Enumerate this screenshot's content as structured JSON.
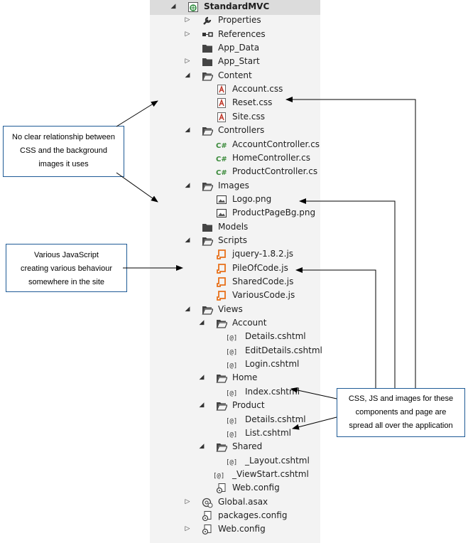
{
  "tree": {
    "items": [
      {
        "label": "StandardMVC",
        "depth": 0,
        "expander": "open",
        "icon": "web-project",
        "bold": true
      },
      {
        "label": "Properties",
        "depth": 1,
        "expander": "closed",
        "icon": "wrench"
      },
      {
        "label": "References",
        "depth": 1,
        "expander": "closed",
        "icon": "references"
      },
      {
        "label": "App_Data",
        "depth": 1,
        "expander": "none",
        "icon": "folder"
      },
      {
        "label": "App_Start",
        "depth": 1,
        "expander": "closed",
        "icon": "folder"
      },
      {
        "label": "Content",
        "depth": 1,
        "expander": "open",
        "icon": "folder-open"
      },
      {
        "label": "Account.css",
        "depth": 2,
        "expander": "none",
        "icon": "css"
      },
      {
        "label": "Reset.css",
        "depth": 2,
        "expander": "none",
        "icon": "css"
      },
      {
        "label": "Site.css",
        "depth": 2,
        "expander": "none",
        "icon": "css"
      },
      {
        "label": "Controllers",
        "depth": 1,
        "expander": "open",
        "icon": "folder-open"
      },
      {
        "label": "AccountController.cs",
        "depth": 2,
        "expander": "none",
        "icon": "csharp"
      },
      {
        "label": "HomeController.cs",
        "depth": 2,
        "expander": "none",
        "icon": "csharp"
      },
      {
        "label": "ProductController.cs",
        "depth": 2,
        "expander": "none",
        "icon": "csharp"
      },
      {
        "label": "Images",
        "depth": 1,
        "expander": "open",
        "icon": "folder-open"
      },
      {
        "label": "Logo.png",
        "depth": 2,
        "expander": "none",
        "icon": "image"
      },
      {
        "label": "ProductPageBg.png",
        "depth": 2,
        "expander": "none",
        "icon": "image"
      },
      {
        "label": "Models",
        "depth": 1,
        "expander": "none",
        "icon": "folder"
      },
      {
        "label": "Scripts",
        "depth": 1,
        "expander": "open",
        "icon": "folder-open"
      },
      {
        "label": "jquery-1.8.2.js",
        "depth": 2,
        "expander": "none",
        "icon": "js"
      },
      {
        "label": "PileOfCode.js",
        "depth": 2,
        "expander": "none",
        "icon": "js"
      },
      {
        "label": "SharedCode.js",
        "depth": 2,
        "expander": "none",
        "icon": "js"
      },
      {
        "label": "VariousCode.js",
        "depth": 2,
        "expander": "none",
        "icon": "js"
      },
      {
        "label": "Views",
        "depth": 1,
        "expander": "open",
        "icon": "folder-open"
      },
      {
        "label": "Account",
        "depth": 2,
        "expander": "open",
        "icon": "folder-open"
      },
      {
        "label": "Details.cshtml",
        "depth": 3,
        "expander": "none",
        "icon": "razor"
      },
      {
        "label": "EditDetails.cshtml",
        "depth": 3,
        "expander": "none",
        "icon": "razor"
      },
      {
        "label": "Login.cshtml",
        "depth": 3,
        "expander": "none",
        "icon": "razor"
      },
      {
        "label": "Home",
        "depth": 2,
        "expander": "open",
        "icon": "folder-open"
      },
      {
        "label": "Index.cshtml",
        "depth": 3,
        "expander": "none",
        "icon": "razor"
      },
      {
        "label": "Product",
        "depth": 2,
        "expander": "open",
        "icon": "folder-open"
      },
      {
        "label": "Details.cshtml",
        "depth": 3,
        "expander": "none",
        "icon": "razor"
      },
      {
        "label": "List.cshtml",
        "depth": 3,
        "expander": "none",
        "icon": "razor"
      },
      {
        "label": "Shared",
        "depth": 2,
        "expander": "open",
        "icon": "folder-open"
      },
      {
        "label": "_Layout.cshtml",
        "depth": 3,
        "expander": "none",
        "icon": "razor"
      },
      {
        "label": "_ViewStart.cshtml",
        "depth": 2,
        "expander": "none",
        "icon": "razor"
      },
      {
        "label": "Web.config",
        "depth": 2,
        "expander": "none",
        "icon": "config"
      },
      {
        "label": "Global.asax",
        "depth": 1,
        "expander": "closed",
        "icon": "global"
      },
      {
        "label": "packages.config",
        "depth": 1,
        "expander": "none",
        "icon": "config"
      },
      {
        "label": "Web.config",
        "depth": 1,
        "expander": "closed",
        "icon": "config"
      }
    ]
  },
  "callouts": {
    "css_images": [
      "No clear relationship between",
      "CSS and the background",
      "images it uses"
    ],
    "javascript": [
      "Various JavaScript",
      "creating various behaviour",
      "somewhere in the site"
    ],
    "components": [
      "CSS, JS and images for these",
      "components and page are",
      "spread all over the application"
    ]
  },
  "colors": {
    "tree_bg": "#f3f3f3",
    "header_bg": "#dcdcdc",
    "callout_border": "#1f5b96",
    "css_icon": "#c0392b",
    "csharp_icon": "#3a8a3a",
    "js_icon": "#e8701a",
    "folder_icon": "#444444"
  }
}
